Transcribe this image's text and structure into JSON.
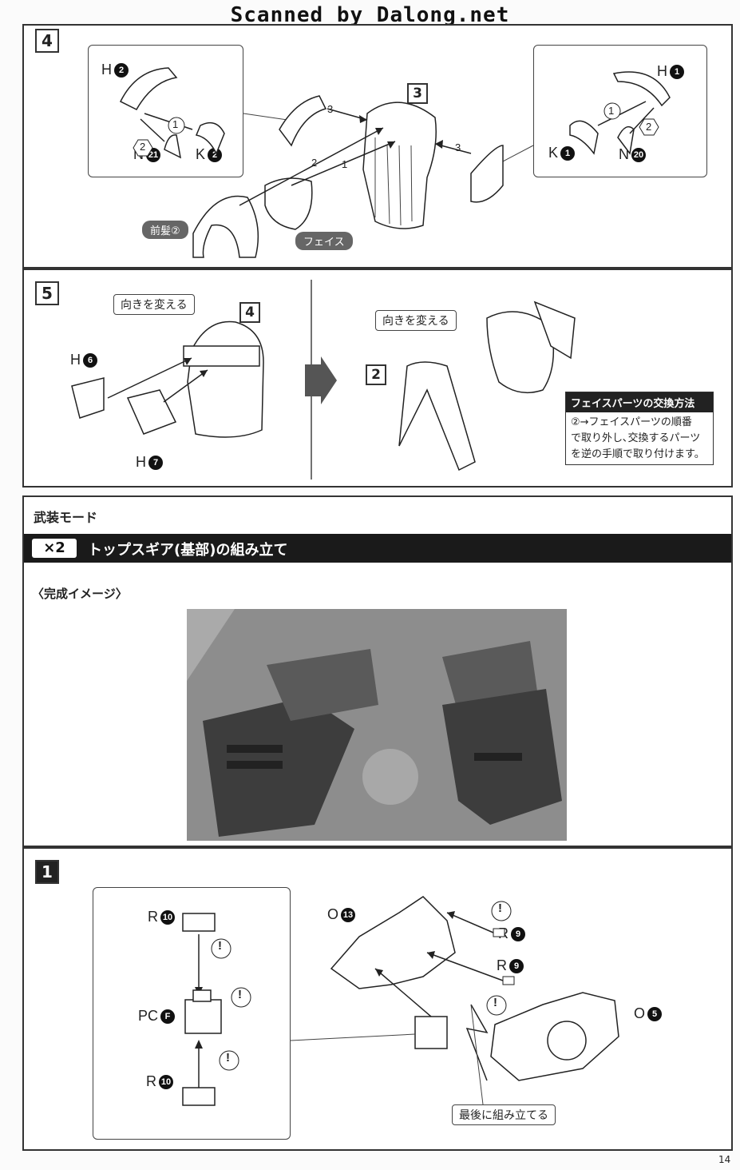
{
  "scan_credit": "Scanned by Dalong.net",
  "step4": {
    "number": "4",
    "left_parts": {
      "h": "H",
      "h_num": "2",
      "k": "K",
      "k_num": "2",
      "n": "N",
      "n_num": "21",
      "seq1": "1",
      "seq2": "2"
    },
    "right_parts": {
      "h": "H",
      "h_num": "1",
      "k": "K",
      "k_num": "1",
      "n": "N",
      "n_num": "20",
      "seq1": "1",
      "seq2": "2"
    },
    "ref_step": "3",
    "arrow_labels": [
      "3",
      "3",
      "2",
      "1"
    ],
    "tag_bangs": "前髪②",
    "tag_face": "フェイス"
  },
  "step5": {
    "number": "5",
    "callout_left": "向きを変える",
    "callout_right": "向きを変える",
    "ref_step_left": "4",
    "ref_step_right": "2",
    "part_h6": "H",
    "part_h6_num": "6",
    "part_h7": "H",
    "part_h7_num": "7",
    "info_title": "フェイスパーツの交換方法",
    "info_lines": [
      "②→フェイスパーツの順番",
      "で取り外し､交換するパーツ",
      "を逆の手順で取り付けます。"
    ]
  },
  "armed": {
    "mode_title": "武装モード",
    "count_label": "×2",
    "section_title": "トップスギア(基部)の組み立て",
    "image_label": "〈完成イメージ〉"
  },
  "step1": {
    "number": "1",
    "r10_top": "R",
    "r10_top_num": "10",
    "pcf": "PC",
    "pcf_letter": "F",
    "r10_bottom": "R",
    "r10_bottom_num": "10",
    "o13": "O",
    "o13_num": "13",
    "r9_top": "R",
    "r9_top_num": "9",
    "r9_mid": "R",
    "r9_mid_num": "9",
    "o5": "O",
    "o5_num": "5",
    "callout_last": "最後に組み立てる",
    "warn": "!"
  },
  "page_number": "14"
}
